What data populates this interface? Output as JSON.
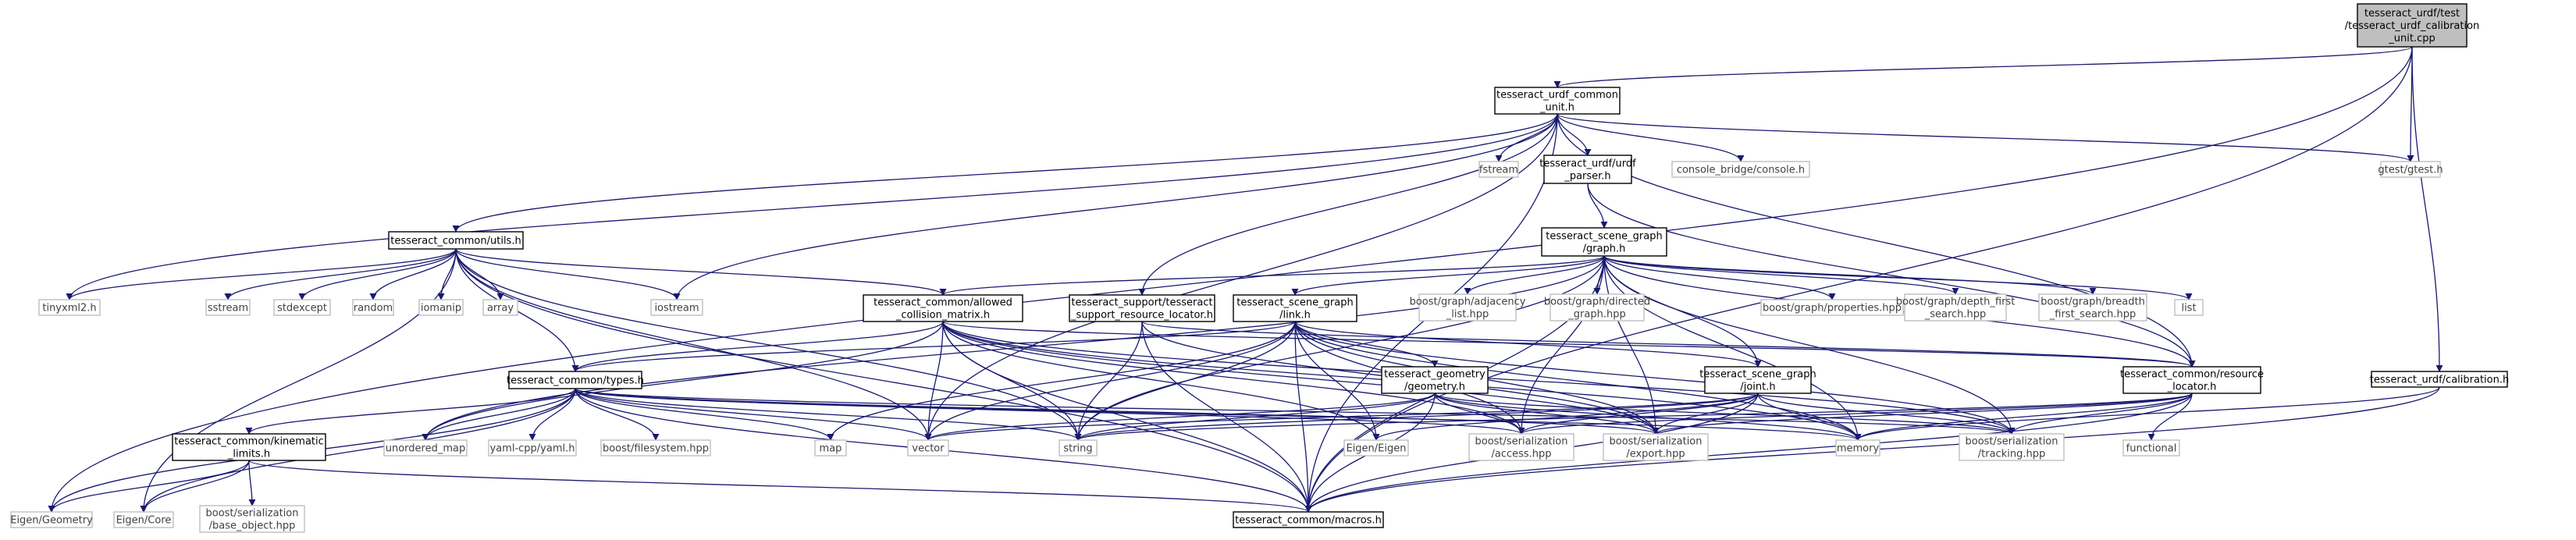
{
  "colors": {
    "edge": "#191970",
    "root_fill": "#bfbfbf",
    "root_border": "#000000",
    "internal_fill": "#ffffff",
    "internal_border": "#000000",
    "external_fill": "#ffffff",
    "external_border": "#bfbfbf",
    "text_internal": "#000000",
    "text_external": "#404040"
  },
  "nodes": [
    {
      "id": "root",
      "kind": "root",
      "lines": [
        "tesseract_urdf/test",
        "/tesseract_urdf_calibration",
        "_unit.cpp"
      ]
    },
    {
      "id": "common_unit",
      "kind": "internal",
      "lines": [
        "tesseract_urdf_common",
        "_unit.h"
      ]
    },
    {
      "id": "fstream",
      "kind": "external",
      "lines": [
        "fstream"
      ]
    },
    {
      "id": "urdf_parser",
      "kind": "internal",
      "lines": [
        "tesseract_urdf/urdf",
        "_parser.h"
      ]
    },
    {
      "id": "console",
      "kind": "external",
      "lines": [
        "console_bridge/console.h"
      ]
    },
    {
      "id": "gtest",
      "kind": "external",
      "lines": [
        "gtest/gtest.h"
      ]
    },
    {
      "id": "utils",
      "kind": "internal",
      "lines": [
        "tesseract_common/utils.h"
      ]
    },
    {
      "id": "graph",
      "kind": "internal",
      "lines": [
        "tesseract_scene_graph",
        "/graph.h"
      ]
    },
    {
      "id": "calibration",
      "kind": "internal",
      "lines": [
        "tesseract_urdf/calibration.h"
      ]
    },
    {
      "id": "tinyxml2",
      "kind": "external",
      "lines": [
        "tinyxml2.h"
      ]
    },
    {
      "id": "sstream",
      "kind": "external",
      "lines": [
        "sstream"
      ]
    },
    {
      "id": "stdexcept",
      "kind": "external",
      "lines": [
        "stdexcept"
      ]
    },
    {
      "id": "random",
      "kind": "external",
      "lines": [
        "random"
      ]
    },
    {
      "id": "iomanip",
      "kind": "external",
      "lines": [
        "iomanip"
      ]
    },
    {
      "id": "array",
      "kind": "external",
      "lines": [
        "array"
      ]
    },
    {
      "id": "iostream",
      "kind": "external",
      "lines": [
        "iostream"
      ]
    },
    {
      "id": "acm",
      "kind": "internal",
      "lines": [
        "tesseract_common/allowed",
        "_collision_matrix.h"
      ]
    },
    {
      "id": "support_loc",
      "kind": "internal",
      "lines": [
        "tesseract_support/tesseract",
        "_support_resource_locator.h"
      ]
    },
    {
      "id": "link",
      "kind": "internal",
      "lines": [
        "tesseract_scene_graph",
        "/link.h"
      ]
    },
    {
      "id": "adjacency",
      "kind": "external",
      "lines": [
        "boost/graph/adjacency",
        "_list.hpp"
      ]
    },
    {
      "id": "directed",
      "kind": "external",
      "lines": [
        "boost/graph/directed",
        "_graph.hpp"
      ]
    },
    {
      "id": "properties",
      "kind": "external",
      "lines": [
        "boost/graph/properties.hpp"
      ]
    },
    {
      "id": "dfs",
      "kind": "external",
      "lines": [
        "boost/graph/depth_first",
        "_search.hpp"
      ]
    },
    {
      "id": "bfs",
      "kind": "external",
      "lines": [
        "boost/graph/breadth",
        "_first_search.hpp"
      ]
    },
    {
      "id": "list",
      "kind": "external",
      "lines": [
        "list"
      ]
    },
    {
      "id": "types",
      "kind": "internal",
      "lines": [
        "tesseract_common/types.h"
      ]
    },
    {
      "id": "geometry",
      "kind": "internal",
      "lines": [
        "tesseract_geometry",
        "/geometry.h"
      ]
    },
    {
      "id": "joint",
      "kind": "internal",
      "lines": [
        "tesseract_scene_graph",
        "/joint.h"
      ]
    },
    {
      "id": "res_loc",
      "kind": "internal",
      "lines": [
        "tesseract_common/resource",
        "_locator.h"
      ]
    },
    {
      "id": "kinematic",
      "kind": "internal",
      "lines": [
        "tesseract_common/kinematic",
        "_limits.h"
      ]
    },
    {
      "id": "unordered_map",
      "kind": "external",
      "lines": [
        "unordered_map"
      ]
    },
    {
      "id": "yaml",
      "kind": "external",
      "lines": [
        "yaml-cpp/yaml.h"
      ]
    },
    {
      "id": "filesystem",
      "kind": "external",
      "lines": [
        "boost/filesystem.hpp"
      ]
    },
    {
      "id": "map",
      "kind": "external",
      "lines": [
        "map"
      ]
    },
    {
      "id": "vector",
      "kind": "external",
      "lines": [
        "vector"
      ]
    },
    {
      "id": "string",
      "kind": "external",
      "lines": [
        "string"
      ]
    },
    {
      "id": "eigen",
      "kind": "external",
      "lines": [
        "Eigen/Eigen"
      ]
    },
    {
      "id": "access",
      "kind": "external",
      "lines": [
        "boost/serialization",
        "/access.hpp"
      ]
    },
    {
      "id": "export",
      "kind": "external",
      "lines": [
        "boost/serialization",
        "/export.hpp"
      ]
    },
    {
      "id": "memory",
      "kind": "external",
      "lines": [
        "memory"
      ]
    },
    {
      "id": "tracking",
      "kind": "external",
      "lines": [
        "boost/serialization",
        "/tracking.hpp"
      ]
    },
    {
      "id": "functional",
      "kind": "external",
      "lines": [
        "functional"
      ]
    },
    {
      "id": "eigen_geometry",
      "kind": "external",
      "lines": [
        "Eigen/Geometry"
      ]
    },
    {
      "id": "eigen_core",
      "kind": "external",
      "lines": [
        "Eigen/Core"
      ]
    },
    {
      "id": "base_object",
      "kind": "external",
      "lines": [
        "boost/serialization",
        "/base_object.hpp"
      ]
    },
    {
      "id": "macros",
      "kind": "internal",
      "lines": [
        "tesseract_common/macros.h"
      ]
    }
  ],
  "edges": [
    [
      "root",
      "common_unit"
    ],
    [
      "root",
      "gtest"
    ],
    [
      "root",
      "calibration"
    ],
    [
      "root",
      "eigen_geometry"
    ],
    [
      "root",
      "macros"
    ],
    [
      "common_unit",
      "fstream"
    ],
    [
      "common_unit",
      "urdf_parser"
    ],
    [
      "common_unit",
      "console"
    ],
    [
      "common_unit",
      "gtest"
    ],
    [
      "common_unit",
      "utils"
    ],
    [
      "common_unit",
      "tinyxml2"
    ],
    [
      "common_unit",
      "iostream"
    ],
    [
      "common_unit",
      "vector"
    ],
    [
      "common_unit",
      "support_loc"
    ],
    [
      "common_unit",
      "res_loc"
    ],
    [
      "common_unit",
      "macros"
    ],
    [
      "urdf_parser",
      "graph"
    ],
    [
      "urdf_parser",
      "res_loc"
    ],
    [
      "utils",
      "tinyxml2"
    ],
    [
      "utils",
      "sstream"
    ],
    [
      "utils",
      "stdexcept"
    ],
    [
      "utils",
      "random"
    ],
    [
      "utils",
      "iomanip"
    ],
    [
      "utils",
      "array"
    ],
    [
      "utils",
      "iostream"
    ],
    [
      "utils",
      "acm"
    ],
    [
      "utils",
      "types"
    ],
    [
      "utils",
      "vector"
    ],
    [
      "utils",
      "string"
    ],
    [
      "utils",
      "eigen_core"
    ],
    [
      "utils",
      "macros"
    ],
    [
      "graph",
      "acm"
    ],
    [
      "graph",
      "link"
    ],
    [
      "graph",
      "adjacency"
    ],
    [
      "graph",
      "directed"
    ],
    [
      "graph",
      "properties"
    ],
    [
      "graph",
      "dfs"
    ],
    [
      "graph",
      "bfs"
    ],
    [
      "graph",
      "list"
    ],
    [
      "graph",
      "joint"
    ],
    [
      "graph",
      "unordered_map"
    ],
    [
      "graph",
      "string"
    ],
    [
      "graph",
      "memory"
    ],
    [
      "graph",
      "macros"
    ],
    [
      "graph",
      "access"
    ],
    [
      "graph",
      "export"
    ],
    [
      "graph",
      "tracking"
    ],
    [
      "graph",
      "res_loc"
    ],
    [
      "calibration",
      "macros"
    ],
    [
      "calibration",
      "memory"
    ],
    [
      "acm",
      "types"
    ],
    [
      "acm",
      "unordered_map"
    ],
    [
      "acm",
      "vector"
    ],
    [
      "acm",
      "string"
    ],
    [
      "acm",
      "eigen"
    ],
    [
      "acm",
      "access"
    ],
    [
      "acm",
      "export"
    ],
    [
      "acm",
      "memory"
    ],
    [
      "acm",
      "tracking"
    ],
    [
      "acm",
      "res_loc"
    ],
    [
      "acm",
      "macros"
    ],
    [
      "support_loc",
      "res_loc"
    ],
    [
      "support_loc",
      "string"
    ],
    [
      "support_loc",
      "export"
    ],
    [
      "support_loc",
      "macros"
    ],
    [
      "link",
      "geometry"
    ],
    [
      "link",
      "joint"
    ],
    [
      "link",
      "vector"
    ],
    [
      "link",
      "map"
    ],
    [
      "link",
      "string"
    ],
    [
      "link",
      "eigen"
    ],
    [
      "link",
      "access"
    ],
    [
      "link",
      "export"
    ],
    [
      "link",
      "memory"
    ],
    [
      "link",
      "tracking"
    ],
    [
      "link",
      "macros"
    ],
    [
      "link",
      "types"
    ],
    [
      "types",
      "kinematic"
    ],
    [
      "types",
      "unordered_map"
    ],
    [
      "types",
      "yaml"
    ],
    [
      "types",
      "filesystem"
    ],
    [
      "types",
      "map"
    ],
    [
      "types",
      "vector"
    ],
    [
      "types",
      "string"
    ],
    [
      "types",
      "eigen_geometry"
    ],
    [
      "types",
      "eigen_core"
    ],
    [
      "types",
      "memory"
    ],
    [
      "types",
      "access"
    ],
    [
      "types",
      "export"
    ],
    [
      "types",
      "tracking"
    ],
    [
      "types",
      "macros"
    ],
    [
      "geometry",
      "vector"
    ],
    [
      "geometry",
      "string"
    ],
    [
      "geometry",
      "memory"
    ],
    [
      "geometry",
      "access"
    ],
    [
      "geometry",
      "export"
    ],
    [
      "geometry",
      "tracking"
    ],
    [
      "geometry",
      "macros"
    ],
    [
      "joint",
      "vector"
    ],
    [
      "joint",
      "string"
    ],
    [
      "joint",
      "eigen"
    ],
    [
      "joint",
      "memory"
    ],
    [
      "joint",
      "access"
    ],
    [
      "joint",
      "export"
    ],
    [
      "joint",
      "tracking"
    ],
    [
      "joint",
      "macros"
    ],
    [
      "res_loc",
      "functional"
    ],
    [
      "res_loc",
      "memory"
    ],
    [
      "res_loc",
      "string"
    ],
    [
      "res_loc",
      "access"
    ],
    [
      "res_loc",
      "export"
    ],
    [
      "res_loc",
      "tracking"
    ],
    [
      "res_loc",
      "macros"
    ],
    [
      "kinematic",
      "eigen_geometry"
    ],
    [
      "kinematic",
      "eigen_core"
    ],
    [
      "kinematic",
      "base_object"
    ],
    [
      "kinematic",
      "macros"
    ]
  ]
}
